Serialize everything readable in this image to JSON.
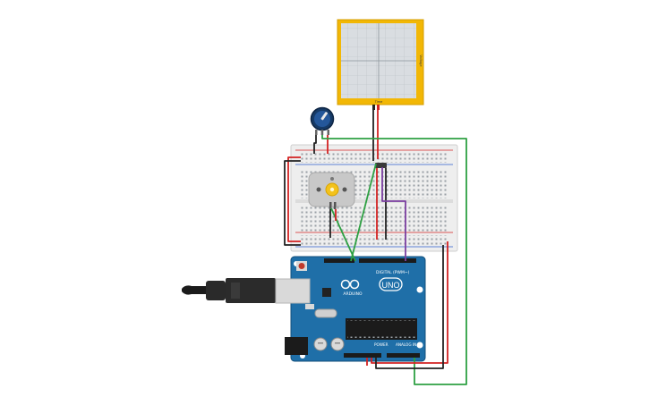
{
  "oscilloscope": {
    "axis_label_right": "Voltage",
    "axis_label_bottom": "Time",
    "frame_color": "#f2b705",
    "screen_color": "#d9dde1"
  },
  "arduino": {
    "board_label": "UNO",
    "brand_label": "ARDUINO",
    "digital_label": "DIGITAL (PWM~)",
    "power_label": "POWER",
    "analog_label": "ANALOG IN",
    "board_color": "#1f6fa8"
  },
  "wires": {
    "red": "#d32222",
    "black": "#222222",
    "green": "#2ea043",
    "purple": "#7b3fa0"
  },
  "components": {
    "potentiometer": "potentiometer-knob",
    "motor": "dc-motor",
    "usb": "usb-connector"
  }
}
